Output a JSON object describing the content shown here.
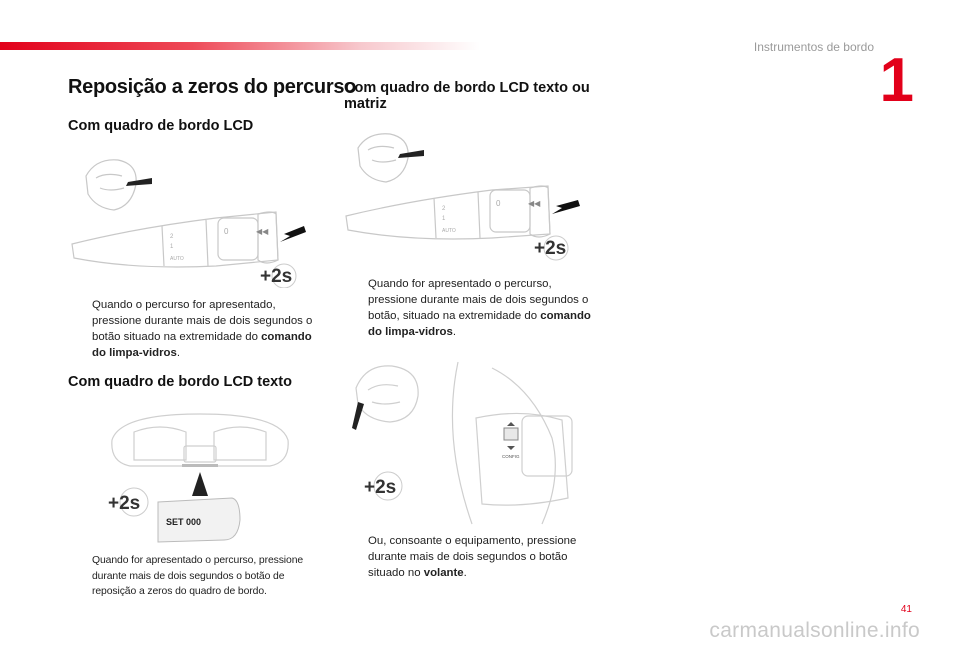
{
  "header": {
    "chapter_title": "Instrumentos de bordo",
    "chapter_number": "1"
  },
  "main_title": "Reposição a zeros do percurso",
  "sections": {
    "lcd": {
      "heading": "Com quadro de bordo LCD",
      "text_start": "Quando o percurso for apresentado, pressione durante mais de dois segundos o botão situado na extremidade do ",
      "text_bold": "comando do limpa-vidros",
      "text_end": "."
    },
    "lcd_text": {
      "heading": "Com quadro de bordo LCD texto",
      "text": "Quando for apresentado o percurso, pressione durante mais de dois segundos o botão de reposição a zeros do quadro de bordo."
    },
    "lcd_text_matrix": {
      "heading": "Com quadro de bordo LCD texto ou matriz",
      "text_start": "Quando for apresentado o percurso, pressione durante mais de dois segundos o botão, situado na extremidade do ",
      "text_bold": "comando do limpa-vidros",
      "text_end": "."
    },
    "wheel": {
      "text_start": "Ou, consoante o equipamento, pressione durante mais de dois segundos o botão situado no ",
      "text_bold": "volante",
      "text_end": "."
    }
  },
  "badges": {
    "hold": "+2s"
  },
  "figure_labels": {
    "set_display": "SET 000",
    "wiper_auto": "AUTO",
    "config_button": "CONFIG"
  },
  "bullet_symbol": "",
  "footer": {
    "page_number": "41",
    "watermark": "carmanualsonline.info"
  },
  "colors": {
    "accent": "#e2001a",
    "watermark": "#c9c9c9"
  }
}
